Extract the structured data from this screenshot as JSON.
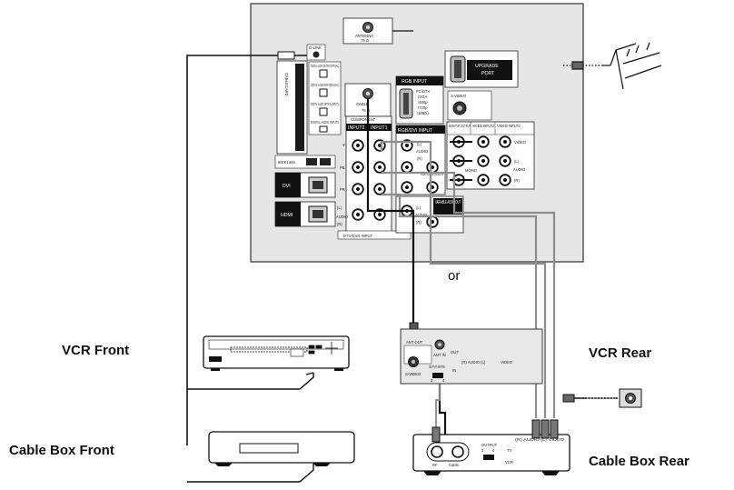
{
  "labels": {
    "vcr_front": "VCR Front",
    "cable_box_front": "Cable Box Front",
    "vcr_rear": "VCR Rear",
    "cable_box_rear": "Cable Box Rear",
    "or": "or"
  },
  "tv_panel": {
    "antenna": "ANTENNA",
    "antenna_ohm": "75 Ω",
    "upgrade": "UPGRADE",
    "port": "PORT",
    "rgb_input": "RGB INPUT",
    "pc_dtv": "PC/DTV",
    "xga": "(XGA",
    "res_480p": "/480p",
    "res_720p": "/720p",
    "res_1080i": "/1080i)",
    "s_video": "S-VIDEO",
    "component": "COMPONENT",
    "input2": "INPUT2",
    "input1": "INPUT1",
    "rgb_dvi_input": "RGB/DVI INPUT",
    "monitor_output": "MONITOR OUTPUT",
    "video_input2": "VIDEO INPUT2",
    "video_input1": "VIDEO INPUT1",
    "video": "VIDEO",
    "audio": "AUDIO",
    "l": "(L)",
    "r": "(R)",
    "mono": "MONO",
    "audio_center_mode_in": "AUDIO CENTER MODE IN",
    "variable_audio_out": "VARIABLE AUDIO OUT",
    "dtv_dvd_input": "DTV/DVD INPUT",
    "y": "Y",
    "pb": "PB",
    "pr": "PR",
    "ieee1394": "IEEE1394",
    "dvi": "DVI",
    "hdmi": "HDMI",
    "cablecard": "CABLECARD",
    "g_link": "G-LINK",
    "digital_audio_1": "DIGITAL AUDIO OUTPUT(OPTICAL)",
    "digital_audio_2": "DIGITAL AUDIO INPUT(COAXIAL)",
    "digital_audio_3": "DIGITAL AUDIO OPTICAL INPUT1",
    "digital_audio_4": "DIGITAL AUDIO INPUT2",
    "cable_ohm": "75 Ω",
    "cable": "CABLE"
  },
  "vcr_rear_panel": {
    "ant_out": "ANT OUT",
    "ant_in": "ANT IN",
    "s_video": "S-VIDEO",
    "out": "OUT",
    "in": "IN",
    "r_audio_l": "(R) AUDIO (L)",
    "video": "VIDEO",
    "output_switch": "OUTPUT SWITCH",
    "ch3": "3",
    "ch4": "4"
  },
  "cable_box_rear_panel": {
    "rf": "RF",
    "cable": "Cable",
    "output": "OUTPUT",
    "ch3": "3",
    "ch4": "4",
    "tv": "TV",
    "vcr": "VCR",
    "audio_video": "(R) AUDIO (L) VIDEO"
  },
  "colors": {
    "panel_bg": "#e6e6e6",
    "jack_dark": "#222222",
    "cable_gray": "#8c8c8c",
    "cable_black": "#111111",
    "label_black": "#111111"
  }
}
